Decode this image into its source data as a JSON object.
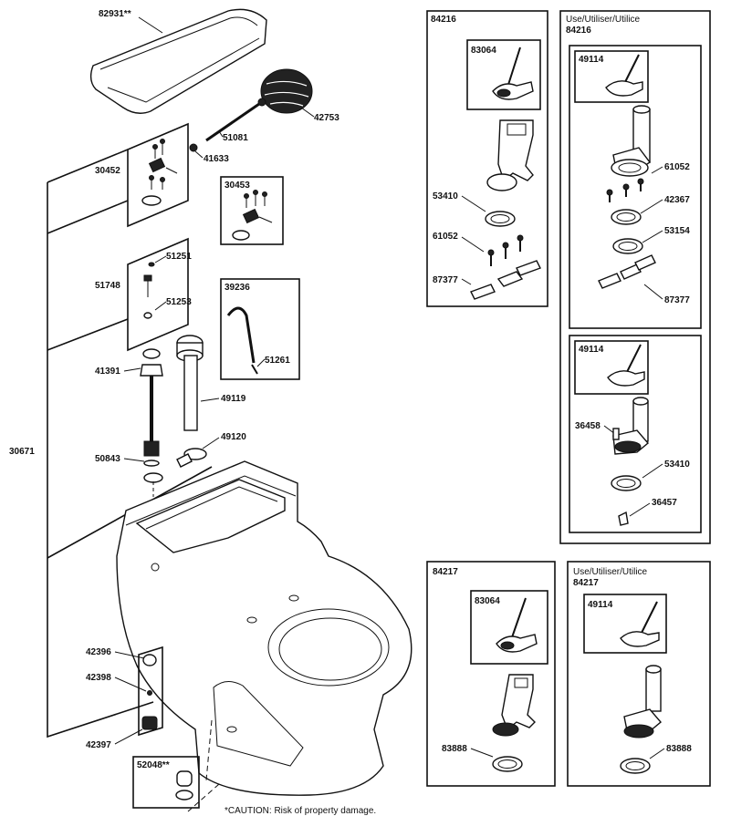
{
  "labels": {
    "tank_lid": "82931**",
    "float_ball": "42753",
    "float_rod": "51081",
    "nut_41633": "41633",
    "kit_30452": "30452",
    "kit_30453": "30453",
    "washer_51251": "51251",
    "kit_51748": "51748",
    "screw_51253": "51253",
    "kit_39236": "39236",
    "tube_51261": "51261",
    "ballcock_41391": "41391",
    "overflow_49119": "49119",
    "clip_49120": "49120",
    "nut_50843": "50843",
    "bowl_30671": "30671",
    "bolt_42396": "42396",
    "washer_42398": "42398",
    "cap_42397": "42397",
    "cap_52048": "52048**",
    "bottom_note": "*CAUTION: Risk of property damage."
  },
  "panel_84216": {
    "title": "84216",
    "flapper": "83064",
    "gasket": "53410",
    "bolt": "61052",
    "clip": "87377"
  },
  "panel_use_84216": {
    "use_text": "Use/Utiliser/Utilice",
    "title": "84216",
    "flapper": "49114",
    "bolt": "61052",
    "gasket_a": "42367",
    "gasket_b": "53154",
    "clip": "87377"
  },
  "panel_49114_b": {
    "flapper": "49114",
    "part_a": "36458",
    "gasket": "53410",
    "part_b": "36457"
  },
  "panel_84217": {
    "title": "84217",
    "flapper": "83064",
    "gasket": "83888"
  },
  "panel_use_84217": {
    "use_text": "Use/Utiliser/Utilice",
    "title": "84217",
    "flapper": "49114",
    "gasket": "83888"
  }
}
